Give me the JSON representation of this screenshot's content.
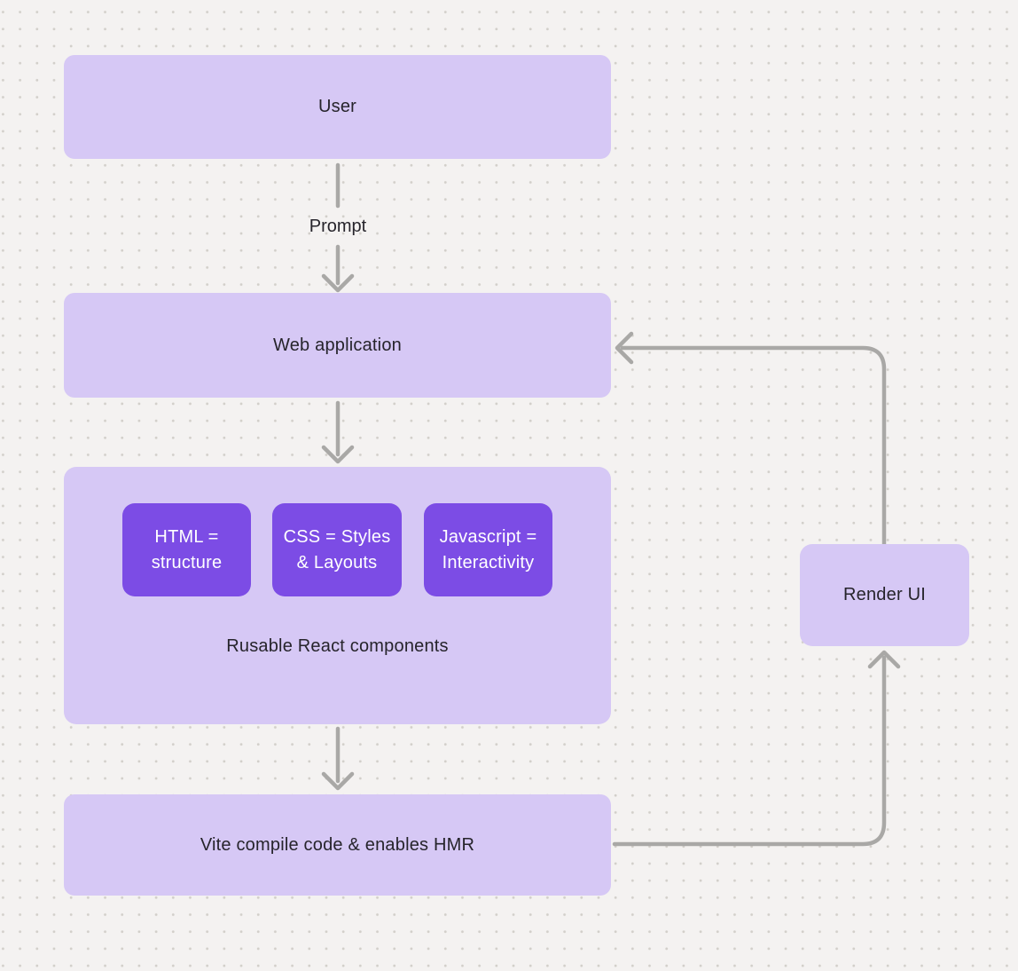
{
  "diagram": {
    "title_hint": "react-vite-flow-diagram",
    "colors": {
      "background": "#f4f2f1",
      "dot_grid": "#d2cfca",
      "node_fill": "#d6c8f5",
      "subnode_fill": "#7c4ce5",
      "edge_stroke": "#a9a8a6",
      "text_dark": "#26242b",
      "text_light": "#ffffff"
    },
    "nodes": {
      "user": {
        "label": "User"
      },
      "web_application": {
        "label": "Web application"
      },
      "components": {
        "caption": "Rusable React components",
        "items": [
          {
            "label": "HTML =\nstructure"
          },
          {
            "label": "CSS = Styles\n& Layouts"
          },
          {
            "label": "Javascript =\nInteractivity"
          }
        ]
      },
      "vite": {
        "label": "Vite compile code & enables HMR"
      },
      "render_ui": {
        "label": "Render UI"
      }
    },
    "edges": {
      "user_to_webapp": {
        "label": "Prompt"
      },
      "webapp_to_components": {
        "label": ""
      },
      "components_to_vite": {
        "label": ""
      },
      "vite_to_renderui": {
        "label": ""
      },
      "renderui_to_webapp": {
        "label": ""
      }
    }
  }
}
